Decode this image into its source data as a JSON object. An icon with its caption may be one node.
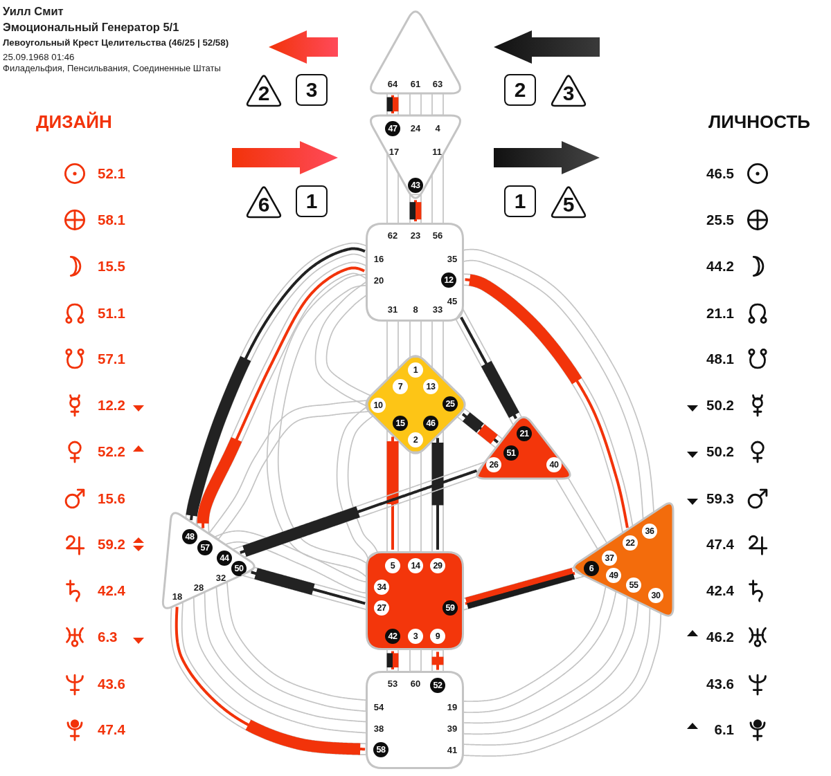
{
  "diagram": {
    "nodes": [
      {
        "text": [
          "64",
          "61",
          "63"
        ]
      },
      {
        "text": [
          "2"
        ]
      },
      {
        "text": [
          "3"
        ]
      },
      {
        "text": [
          "2"
        ]
      },
      {
        "text": [
          "3"
        ]
      },
      {
        "text": [
          "24",
          "4",
          "17",
          "11"
        ]
      },
      {
        "text": [
          "47"
        ],
        "in": 5
      },
      {
        "text": [
          "43"
        ],
        "in": 5
      },
      {
        "text": [
          "6"
        ]
      },
      {
        "text": [
          "1"
        ]
      },
      {
        "text": [
          "1"
        ]
      },
      {
        "text": [
          "5"
        ]
      },
      {
        "text": [
          "62",
          "23",
          "56",
          "16",
          "35",
          "20",
          "45",
          "31",
          "8",
          "33"
        ]
      },
      {
        "text": [
          "12"
        ],
        "in": 12
      },
      {
        "text": [],
        "shape": "diamond"
      },
      {
        "text": [
          "1"
        ],
        "in": 14
      },
      {
        "text": [
          "7"
        ],
        "in": 14
      },
      {
        "text": [
          "13"
        ],
        "in": 14
      },
      {
        "text": [
          "10"
        ],
        "in": 14
      },
      {
        "text": [
          "25"
        ],
        "in": 14
      },
      {
        "text": [
          "15"
        ],
        "in": 14
      },
      {
        "text": [
          "46"
        ],
        "in": 14
      },
      {
        "text": [
          "2"
        ],
        "in": 14
      },
      {
        "text": [],
        "shape": "triangle"
      },
      {
        "text": [
          "21"
        ],
        "in": 23
      },
      {
        "text": [
          "51"
        ],
        "in": 23
      },
      {
        "text": [
          "26"
        ],
        "in": 23
      },
      {
        "text": [
          "40"
        ],
        "in": 23
      },
      {
        "text": [
          "32",
          "28",
          "18"
        ]
      },
      {
        "text": [
          "48"
        ],
        "in": 28
      },
      {
        "text": [
          "57"
        ],
        "in": 28
      },
      {
        "text": [
          "44"
        ],
        "in": 28
      },
      {
        "text": [
          "50"
        ],
        "in": 28
      },
      {
        "text": [],
        "shape": "box"
      },
      {
        "text": [
          "5"
        ],
        "in": 33
      },
      {
        "text": [
          "14"
        ],
        "in": 33
      },
      {
        "text": [
          "29"
        ],
        "in": 33
      },
      {
        "text": [
          "34"
        ],
        "in": 33
      },
      {
        "text": [
          "27"
        ],
        "in": 33
      },
      {
        "text": [
          "59"
        ],
        "in": 33
      },
      {
        "text": [
          "42"
        ],
        "in": 33
      },
      {
        "text": [
          "3"
        ],
        "in": 33
      },
      {
        "text": [
          "9"
        ],
        "in": 33
      },
      {
        "text": [],
        "shape": "triangle"
      },
      {
        "text": [
          "36"
        ],
        "in": 43
      },
      {
        "text": [
          "22"
        ],
        "in": 43
      },
      {
        "text": [
          "37"
        ],
        "in": 43
      },
      {
        "text": [
          "6"
        ],
        "in": 43
      },
      {
        "text": [
          "49"
        ],
        "in": 43
      },
      {
        "text": [
          "55"
        ],
        "in": 43
      },
      {
        "text": [
          "30"
        ],
        "in": 43
      },
      {
        "text": [
          "53",
          "60",
          "54",
          "19",
          "38",
          "39",
          "41"
        ]
      },
      {
        "text": [
          "52"
        ],
        "in": 51
      },
      {
        "text": [
          "58"
        ],
        "in": 51
      }
    ],
    "edges": [
      {
        "from": 0,
        "to": 5,
        "arrow": "none",
        "color": "#f2330a"
      },
      {
        "from": 0,
        "to": 5,
        "arrow": "none"
      },
      {
        "from": 0,
        "to": 5,
        "arrow": "none"
      },
      {
        "from": 5,
        "to": 12,
        "arrow": "none"
      },
      {
        "from": 5,
        "to": 12,
        "arrow": "none",
        "color": "#f2330a"
      },
      {
        "from": 5,
        "to": 12,
        "arrow": "none"
      },
      {
        "from": 12,
        "to": 28,
        "arrow": "none",
        "color": "#222222"
      },
      {
        "from": 12,
        "to": 28,
        "arrow": "none",
        "color": "#f2330a"
      },
      {
        "from": 12,
        "to": 33,
        "arrow": "none"
      },
      {
        "from": 12,
        "to": 14,
        "arrow": "none"
      },
      {
        "from": 12,
        "to": 14,
        "arrow": "none"
      },
      {
        "from": 12,
        "to": 14,
        "arrow": "none"
      },
      {
        "from": 12,
        "to": 14,
        "arrow": "none"
      },
      {
        "from": 12,
        "to": 23,
        "arrow": "none",
        "color": "#222222"
      },
      {
        "from": 12,
        "to": 43,
        "arrow": "none"
      },
      {
        "from": 12,
        "to": 43,
        "arrow": "none",
        "color": "#f2330a"
      },
      {
        "from": 14,
        "to": 23,
        "arrow": "none",
        "color": "#222222"
      },
      {
        "from": 14,
        "to": 33,
        "arrow": "none"
      },
      {
        "from": 14,
        "to": 28,
        "arrow": "none"
      },
      {
        "from": 14,
        "to": 33,
        "arrow": "none",
        "color": "#f2330a"
      },
      {
        "from": 14,
        "to": 33,
        "arrow": "none"
      },
      {
        "from": 14,
        "to": 33,
        "arrow": "none",
        "color": "#222222"
      },
      {
        "from": 23,
        "to": 28,
        "arrow": "none",
        "color": "#222222"
      },
      {
        "from": 23,
        "to": 43,
        "arrow": "none"
      },
      {
        "from": 28,
        "to": 33,
        "arrow": "none"
      },
      {
        "from": 28,
        "to": 33,
        "arrow": "none",
        "color": "#222222"
      },
      {
        "from": 33,
        "to": 43,
        "arrow": "none",
        "color": "#f2330a"
      },
      {
        "from": 33,
        "to": 51,
        "arrow": "none",
        "color": "#f2330a"
      },
      {
        "from": 33,
        "to": 51,
        "arrow": "none"
      },
      {
        "from": 33,
        "to": 51,
        "arrow": "none",
        "color": "#f2330a"
      },
      {
        "from": 28,
        "to": 51,
        "arrow": "none",
        "color": "#f2330a"
      },
      {
        "from": 28,
        "to": 51,
        "arrow": "none"
      },
      {
        "from": 28,
        "to": 51,
        "arrow": "none"
      },
      {
        "from": 51,
        "to": 43,
        "arrow": "none"
      },
      {
        "from": 51,
        "to": 43,
        "arrow": "none"
      },
      {
        "from": 51,
        "to": 43,
        "arrow": "none"
      }
    ],
    "labels": [
      "Уилл Смит",
      "Эмоциональный Генератор 5/1",
      "Левоугольный Крест Целительства (46/25 | 52/58)",
      "25.09.1968 01:46",
      "Филадельфия, Пенсильвания, Соединенные Штаты",
      "ДИЗАЙН",
      "ЛИЧНОСТЬ",
      "52.1",
      "58.1",
      "15.5",
      "51.1",
      "57.1",
      "12.2",
      "52.2",
      "15.6",
      "59.2",
      "42.4",
      "6.3",
      "43.6",
      "47.4",
      "46.5",
      "25.5",
      "44.2",
      "21.1",
      "48.1",
      "50.2",
      "50.2",
      "59.3",
      "47.4",
      "42.4",
      "46.2",
      "43.6",
      "6.1"
    ]
  }
}
